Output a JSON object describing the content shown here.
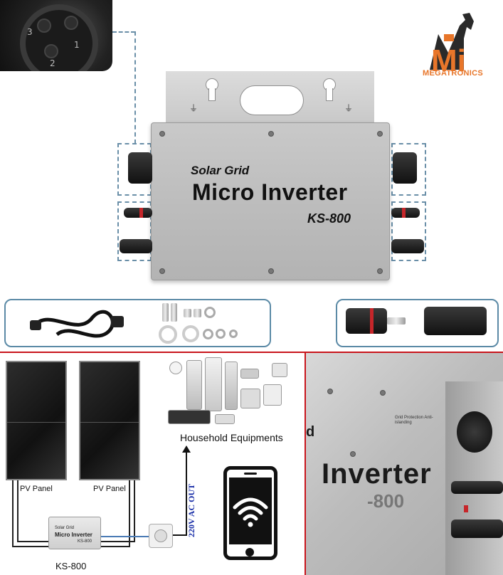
{
  "brand": {
    "logo_letters": "Mi",
    "logo_name": "MEGATRONICS",
    "accent_color": "#e8762a"
  },
  "product": {
    "line1": "Solar Grid",
    "line2": "Micro Inverter",
    "model": "KS-800"
  },
  "socket": {
    "pin_labels": [
      "3",
      "1",
      "2"
    ]
  },
  "diagram": {
    "panels": [
      {
        "label": "PV Panel"
      },
      {
        "label": "PV Panel"
      }
    ],
    "inverter_label": "KS-800",
    "mini_inverter_text": "Solar Grid",
    "mini_inverter_name": "Micro Inverter",
    "mini_inverter_model": "KS-800",
    "ac_label": "220V AC OUT",
    "appliances_label": "Household Equipments",
    "wire_color": "#222222",
    "ac_wire_color": "#4a7bb5",
    "ac_label_color": "#1a2fa8"
  },
  "closeup": {
    "text_main": "Inverter",
    "text_model": "-800",
    "text_partial": "d",
    "small_print": "Grid Protection Anti-islanding"
  },
  "divider_color": "#c9151c"
}
